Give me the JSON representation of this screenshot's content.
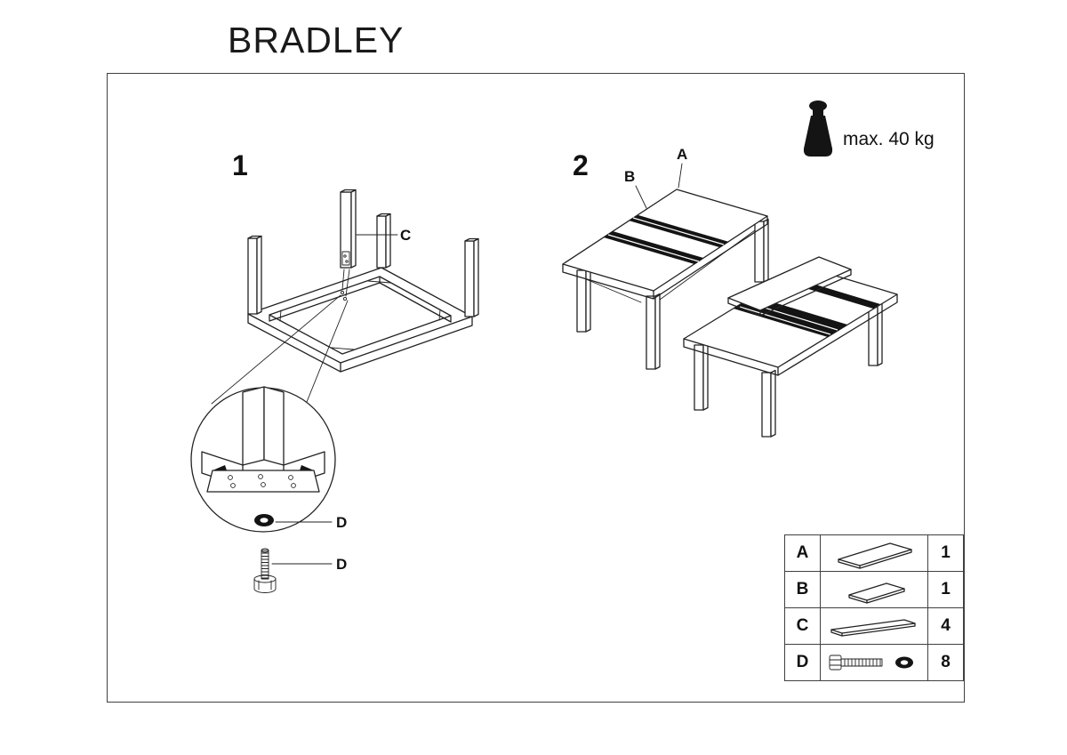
{
  "title": "BRADLEY",
  "weight_limit": {
    "label": "max. 40 kg",
    "icon": "weight-icon"
  },
  "step1": {
    "number": "1",
    "leg_label": "C",
    "washer_label": "D",
    "bolt_label": "D"
  },
  "step2": {
    "number": "2",
    "tabletop_label": "A",
    "extension_leaf_label": "B"
  },
  "parts_table": {
    "rows": [
      {
        "part": "A",
        "icon": "tabletop-panel-icon",
        "qty": "1"
      },
      {
        "part": "B",
        "icon": "extension-leaf-icon",
        "qty": "1"
      },
      {
        "part": "C",
        "icon": "table-leg-icon",
        "qty": "4"
      },
      {
        "part": "D",
        "icon": "bolt-and-washer-icon",
        "qty": "8"
      }
    ]
  }
}
